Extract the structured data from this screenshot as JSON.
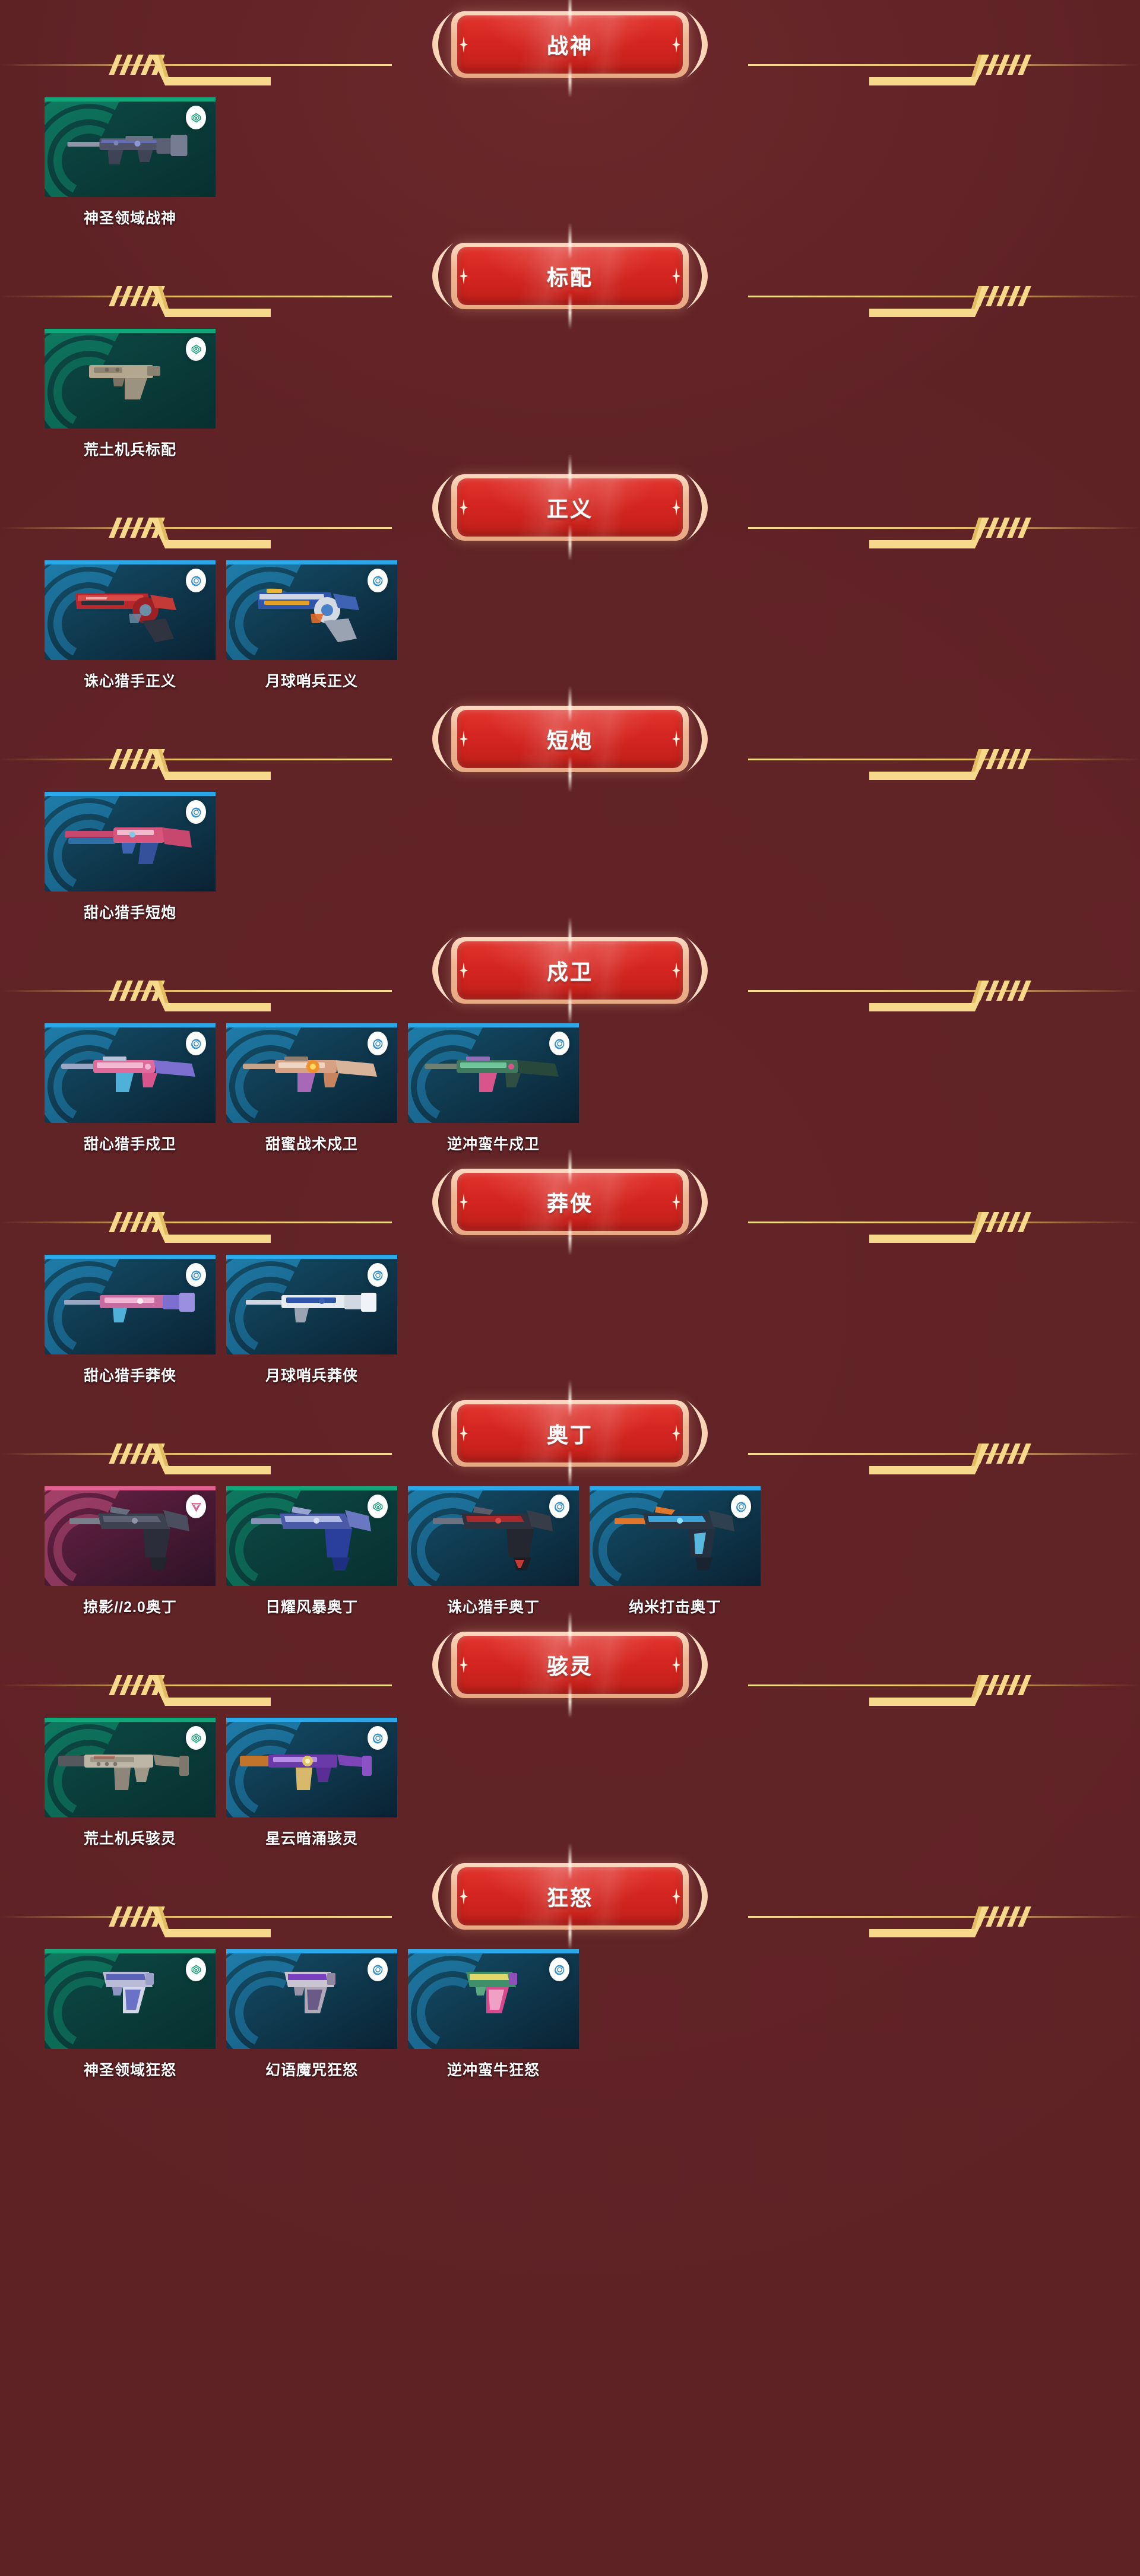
{
  "theme": {
    "background": "#5e2225",
    "plate_red": "#d4241f",
    "plate_gold": "#f7d98c",
    "label_color": "#ffffff"
  },
  "rarities": {
    "green": {
      "name": "select-edition",
      "bar": "#10a87a",
      "bg_from": "#0d4a46",
      "bg_to": "#07302f",
      "icon": "hex-eye-icon",
      "icon_color": "#11a17a"
    },
    "blue": {
      "name": "deluxe-edition",
      "bar": "#2aa8e8",
      "bg_from": "#14506a",
      "bg_to": "#0a2233",
      "icon": "swirl-circle-icon",
      "icon_color": "#2f8fd0"
    },
    "magenta": {
      "name": "exclusive-edition",
      "bar": "#e0608f",
      "bg_from": "#6b2246",
      "bg_to": "#2d1226",
      "icon": "triangle-down-icon",
      "icon_color": "#d8558c"
    }
  },
  "sections": [
    {
      "title": "战神",
      "slug": "vandal",
      "items": [
        {
          "name": "神圣领域战神",
          "rarity": "green",
          "weapon": "rifle"
        }
      ]
    },
    {
      "title": "标配",
      "slug": "classic",
      "items": [
        {
          "name": "荒土机兵标配",
          "rarity": "green",
          "weapon": "pistol"
        }
      ]
    },
    {
      "title": "正义",
      "slug": "sheriff",
      "items": [
        {
          "name": "诛心猎手正义",
          "rarity": "blue",
          "weapon": "revolver-red"
        },
        {
          "name": "月球哨兵正义",
          "rarity": "blue",
          "weapon": "revolver-blue"
        }
      ]
    },
    {
      "title": "短炮",
      "slug": "bucky",
      "items": [
        {
          "name": "甜心猎手短炮",
          "rarity": "blue",
          "weapon": "shotgun"
        }
      ]
    },
    {
      "title": "戍卫",
      "slug": "spectre",
      "items": [
        {
          "name": "甜心猎手戍卫",
          "rarity": "blue",
          "weapon": "smg-pink"
        },
        {
          "name": "甜蜜战术戍卫",
          "rarity": "blue",
          "weapon": "smg-orange"
        },
        {
          "name": "逆冲蛮牛戍卫",
          "rarity": "blue",
          "weapon": "smg-green"
        }
      ]
    },
    {
      "title": "莽侠",
      "slug": "guardian",
      "items": [
        {
          "name": "甜心猎手莽侠",
          "rarity": "blue",
          "weapon": "rifle-pink"
        },
        {
          "name": "月球哨兵莽侠",
          "rarity": "blue",
          "weapon": "rifle-white"
        }
      ]
    },
    {
      "title": "奥丁",
      "slug": "odin",
      "items": [
        {
          "name": "掠影//2.0奥丁",
          "rarity": "magenta",
          "weapon": "lmg-dark"
        },
        {
          "name": "日耀风暴奥丁",
          "rarity": "green",
          "weapon": "lmg-blue"
        },
        {
          "name": "诛心猎手奥丁",
          "rarity": "blue",
          "weapon": "lmg-red"
        },
        {
          "name": "纳米打击奥丁",
          "rarity": "blue",
          "weapon": "lmg-cyan"
        }
      ]
    },
    {
      "title": "骇灵",
      "slug": "stinger",
      "items": [
        {
          "name": "荒土机兵骇灵",
          "rarity": "green",
          "weapon": "smg-sand"
        },
        {
          "name": "星云暗涌骇灵",
          "rarity": "blue",
          "weapon": "smg-purple"
        }
      ]
    },
    {
      "title": "狂怒",
      "slug": "frenzy",
      "items": [
        {
          "name": "神圣领域狂怒",
          "rarity": "green",
          "weapon": "pistol-blue"
        },
        {
          "name": "幻语魔咒狂怒",
          "rarity": "blue",
          "weapon": "pistol-violet"
        },
        {
          "name": "逆冲蛮牛狂怒",
          "rarity": "blue",
          "weapon": "pistol-pink"
        }
      ]
    }
  ]
}
